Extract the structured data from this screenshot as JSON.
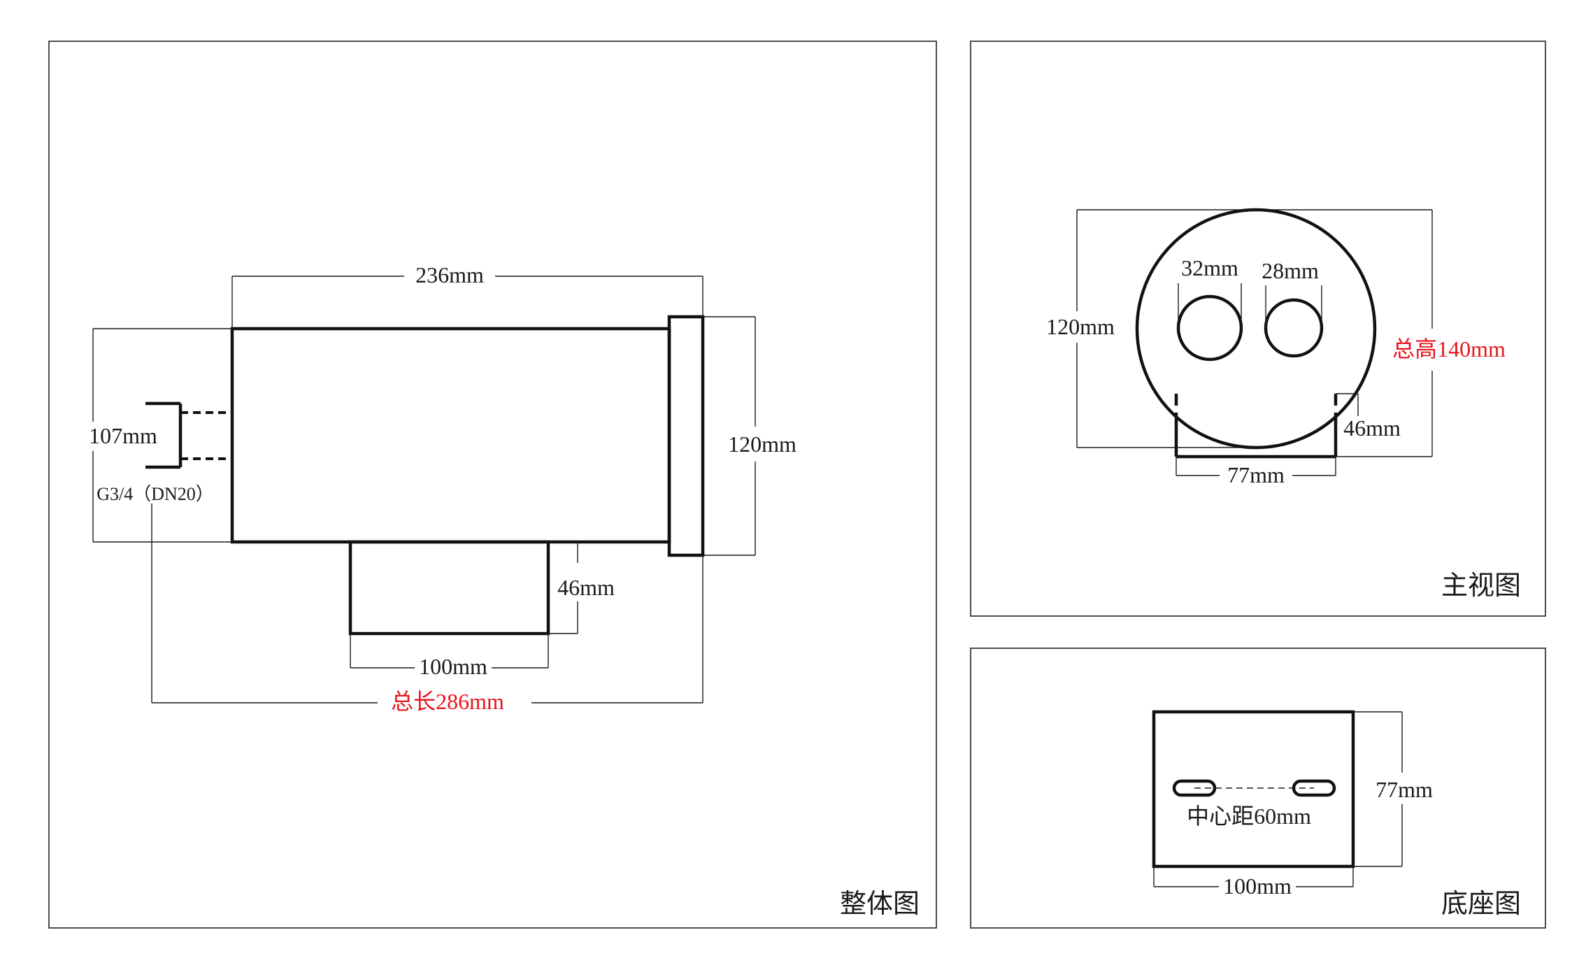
{
  "panels": {
    "overall": {
      "title": "整体图",
      "dims": {
        "body_length": "236mm",
        "inlet_height": "107mm",
        "thread": "G3/4（DN20）",
        "flange_height": "120mm",
        "base_height": "46mm",
        "base_width": "100mm",
        "total_length": "总长286mm"
      }
    },
    "front": {
      "title": "主视图",
      "dims": {
        "port_a": "32mm",
        "port_b": "28mm",
        "diameter": "120mm",
        "total_height": "总高140mm",
        "base_height": "46mm",
        "base_width": "77mm"
      }
    },
    "base": {
      "title": "底座图",
      "dims": {
        "depth": "77mm",
        "slot_spacing": "中心距60mm",
        "width": "100mm"
      }
    }
  },
  "colors": {
    "line": "#111111",
    "highlight": "#e8141b"
  }
}
